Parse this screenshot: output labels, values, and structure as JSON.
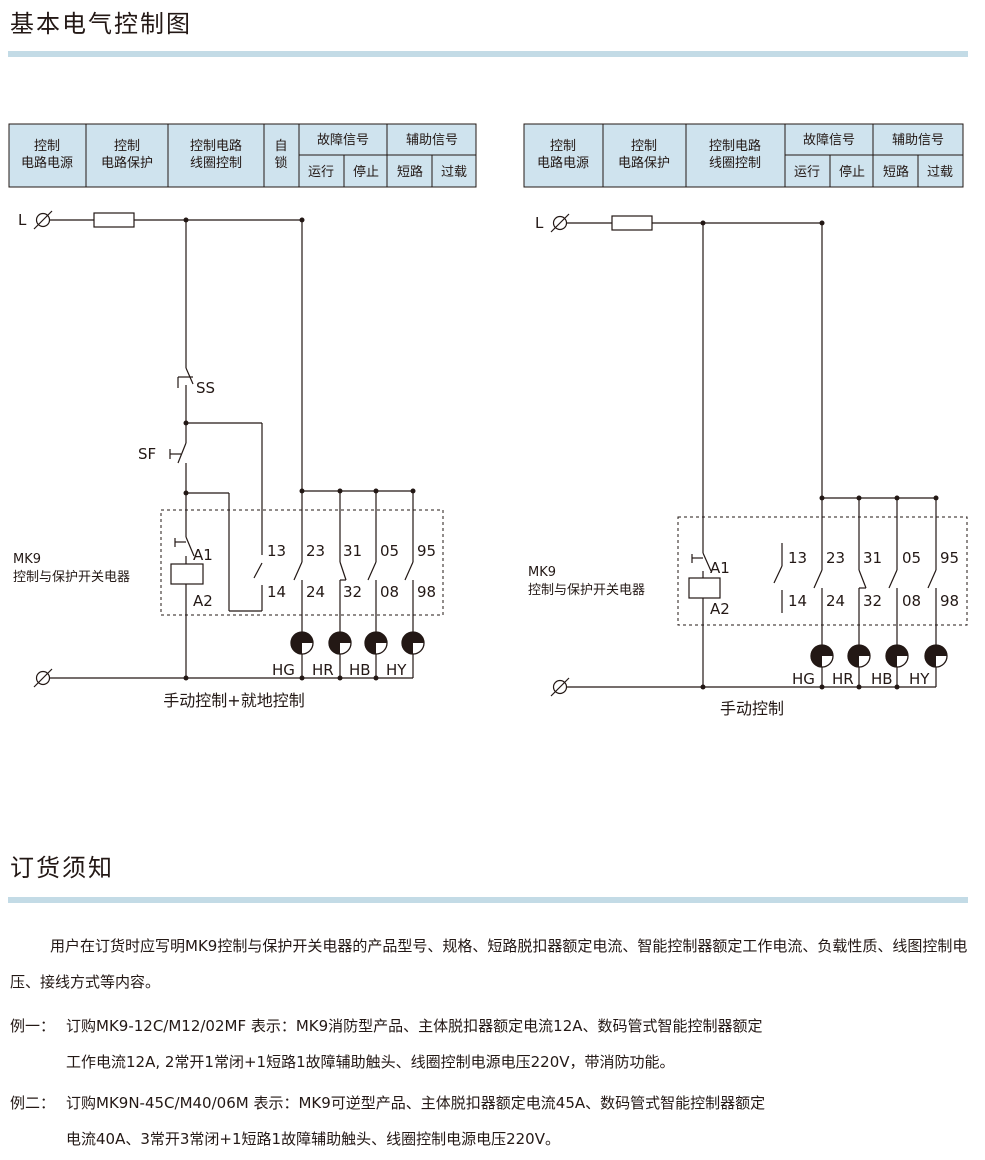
{
  "section1": {
    "title": "基本电气控制图"
  },
  "section2": {
    "title": "订货须知"
  },
  "headers": {
    "col1": [
      "控制",
      "电路电源"
    ],
    "col2": [
      "控制",
      "电路保护"
    ],
    "col3": [
      "控制电路",
      "线圈控制"
    ],
    "col4": [
      "自",
      "锁"
    ],
    "fault": "故障信号",
    "aux": "辅助信号",
    "run": "运行",
    "stop": "停止",
    "short": "短路",
    "overload": "过载"
  },
  "labels": {
    "L": "L",
    "phi": "∅",
    "SS": "SS",
    "SF": "SF",
    "A1": "A1",
    "A2": "A2",
    "MK9": "MK9",
    "device": "控制与保护开关电器",
    "contacts_top": [
      "13",
      "23",
      "31",
      "05",
      "95"
    ],
    "contacts_bottom": [
      "14",
      "24",
      "32",
      "08",
      "98"
    ],
    "lamps": [
      "HG",
      "HR",
      "HB",
      "HY"
    ]
  },
  "captions": {
    "left": "手动控制+就地控制",
    "right": "手动控制"
  },
  "order": {
    "intro": "用户在订货时应写明MK9控制与保护开关电器的产品型号、规格、短路脱扣器额定电流、智能控制器额定工作电流、负载性质、线图控制电压、接线方式等内容。",
    "ex1_label": "例一：",
    "ex1_line1": "订购MK9-12C/M12/02MF 表示：MK9消防型产品、主体脱扣器额定电流12A、数码管式智能控制器额定",
    "ex1_line2": "工作电流12A, 2常开1常闭+1短路1故障辅助触头、线圈控制电源电压220V，带消防功能。",
    "ex2_label": "例二：",
    "ex2_line1": "订购MK9N-45C/M40/06M 表示：MK9可逆型产品、主体脱扣器额定电流45A、数码管式智能控制器额定",
    "ex2_line2": "电流40A、3常开3常闭+1短路1故障辅助触头、线圈控制电源电压220V。"
  },
  "colors": {
    "header_fill": "#cfe3ee",
    "section_bar": "#c3dbe6",
    "line": "#231815"
  }
}
